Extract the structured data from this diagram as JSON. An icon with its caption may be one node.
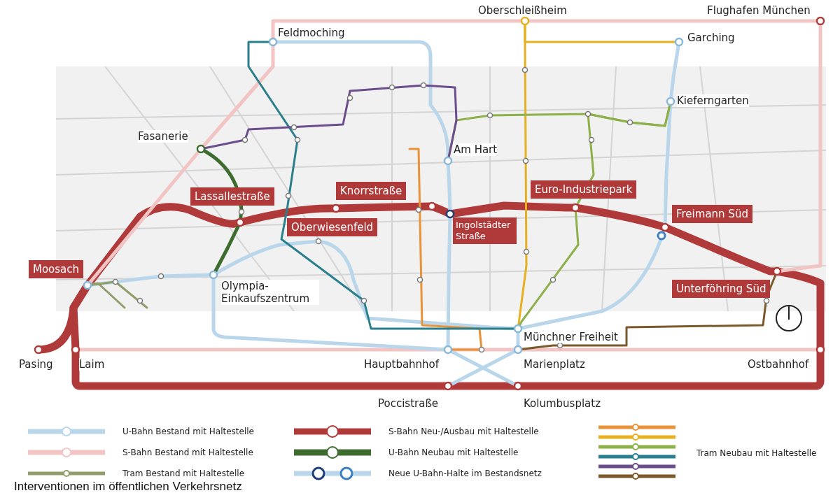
{
  "diagram": {
    "caption": "Interventionen im öffentlichen Verkehrsnetz",
    "nodes": [
      {
        "text": [
          "Moosach"
        ]
      },
      {
        "text": [
          "Lassallestraße"
        ]
      },
      {
        "text": [
          "Oberwiesenfeld"
        ]
      },
      {
        "text": [
          "Knorrstraße"
        ]
      },
      {
        "text": [
          "Ingolstädter Straße"
        ]
      },
      {
        "text": [
          "Euro-Industriepark"
        ]
      },
      {
        "text": [
          "Freimann Süd"
        ]
      },
      {
        "text": [
          "Unterföhring Süd"
        ]
      },
      {
        "text": [
          "Oberschleißheim"
        ]
      },
      {
        "text": [
          "Flughafen München"
        ]
      },
      {
        "text": [
          "Feldmoching"
        ]
      },
      {
        "text": [
          "Garching"
        ]
      },
      {
        "text": [
          "Kieferngarten"
        ]
      },
      {
        "text": [
          "Fasanerie"
        ]
      },
      {
        "text": [
          "Am Hart"
        ]
      },
      {
        "text": [
          "Olympia- Einkaufszentrum"
        ]
      },
      {
        "text": [
          "Münchner Freiheit"
        ]
      },
      {
        "text": [
          "Pasing"
        ]
      },
      {
        "text": [
          "Laim"
        ]
      },
      {
        "text": [
          "Hauptbahnhof"
        ]
      },
      {
        "text": [
          "Marienplatz"
        ]
      },
      {
        "text": [
          "Ostbahnhof"
        ]
      },
      {
        "text": [
          "Poccistraße"
        ]
      },
      {
        "text": [
          "Kolumbusplatz"
        ]
      }
    ],
    "edges": [
      {
        "from": 17,
        "to": 0,
        "arrow": "none",
        "style": "thick",
        "color": "#b03a3a"
      },
      {
        "from": 18,
        "to": 0,
        "arrow": "none",
        "style": "thick",
        "color": "#b03a3a"
      },
      {
        "from": 0,
        "to": 1,
        "arrow": "none",
        "style": "thick",
        "color": "#b03a3a"
      },
      {
        "from": 1,
        "to": 2,
        "arrow": "none",
        "style": "thick",
        "color": "#b03a3a"
      },
      {
        "from": 2,
        "to": 3,
        "arrow": "none",
        "style": "thick",
        "color": "#b03a3a"
      },
      {
        "from": 3,
        "to": 4,
        "arrow": "none",
        "style": "thick",
        "color": "#b03a3a"
      },
      {
        "from": 4,
        "to": 5,
        "arrow": "none",
        "style": "thick",
        "color": "#b03a3a"
      },
      {
        "from": 5,
        "to": 6,
        "arrow": "none",
        "style": "thick",
        "color": "#b03a3a"
      },
      {
        "from": 6,
        "to": 7,
        "arrow": "none",
        "style": "thick",
        "color": "#b03a3a"
      },
      {
        "from": 7,
        "to": 21,
        "arrow": "none",
        "style": "thick",
        "color": "#b03a3a"
      },
      {
        "from": 18,
        "to": 22,
        "arrow": "none",
        "style": "thick",
        "color": "#b03a3a"
      },
      {
        "from": 22,
        "to": 23,
        "arrow": "none",
        "style": "thick",
        "color": "#b03a3a"
      },
      {
        "from": 23,
        "to": 21,
        "arrow": "none",
        "style": "thick",
        "color": "#b03a3a"
      },
      {
        "from": 0,
        "to": 13,
        "arrow": "none",
        "color": "#f2c4c4"
      },
      {
        "from": 13,
        "to": 10,
        "arrow": "none",
        "color": "#f2c4c4"
      },
      {
        "from": 10,
        "to": 8,
        "arrow": "none",
        "color": "#f2c4c4"
      },
      {
        "from": 8,
        "to": 9,
        "arrow": "none",
        "color": "#f2c4c4"
      },
      {
        "from": 9,
        "to": 7,
        "arrow": "none",
        "color": "#f2c4c4"
      },
      {
        "from": 18,
        "to": 19,
        "arrow": "none",
        "color": "#f2c4c4"
      },
      {
        "from": 19,
        "to": 20,
        "arrow": "none",
        "color": "#f2c4c4"
      },
      {
        "from": 20,
        "to": 21,
        "arrow": "none",
        "color": "#f2c4c4"
      },
      {
        "from": 10,
        "to": 14,
        "arrow": "none",
        "color": "#b9d6ea"
      },
      {
        "from": 14,
        "to": 4,
        "arrow": "none",
        "color": "#b9d6ea"
      },
      {
        "from": 4,
        "to": 19,
        "arrow": "none",
        "color": "#b9d6ea"
      },
      {
        "from": 19,
        "to": 23,
        "arrow": "none",
        "color": "#b9d6ea"
      },
      {
        "from": 11,
        "to": 12,
        "arrow": "none",
        "color": "#b9d6ea"
      },
      {
        "from": 12,
        "to": 6,
        "arrow": "none",
        "color": "#b9d6ea"
      },
      {
        "from": 6,
        "to": 16,
        "arrow": "none",
        "color": "#b9d6ea"
      },
      {
        "from": 16,
        "to": 20,
        "arrow": "none",
        "color": "#b9d6ea"
      },
      {
        "from": 20,
        "to": 22,
        "arrow": "none",
        "color": "#b9d6ea"
      },
      {
        "from": 0,
        "to": 15,
        "arrow": "none",
        "color": "#b9d6ea"
      },
      {
        "from": 15,
        "to": 16,
        "arrow": "none",
        "color": "#b9d6ea"
      },
      {
        "from": 15,
        "to": 19,
        "arrow": "none",
        "color": "#b9d6ea"
      },
      {
        "from": 13,
        "to": 1,
        "arrow": "none",
        "color": "#3e6b2e"
      },
      {
        "from": 1,
        "to": 15,
        "arrow": "none",
        "color": "#3e6b2e"
      },
      {
        "from": 0,
        "to": null,
        "arrow": "none",
        "color": "#8f9e6a"
      },
      {
        "from": 0,
        "to": null,
        "arrow": "none",
        "color": "#8f9e6a"
      },
      {
        "from": null,
        "to": 19,
        "arrow": "none",
        "color": "#e8923a"
      },
      {
        "from": 8,
        "to": 11,
        "arrow": "none",
        "color": "#e6b020"
      },
      {
        "from": 8,
        "to": 16,
        "arrow": "none",
        "color": "#e6b020"
      },
      {
        "from": 14,
        "to": 12,
        "arrow": "none",
        "color": "#8db04a"
      },
      {
        "from": 5,
        "to": 12,
        "arrow": "none",
        "color": "#8db04a"
      },
      {
        "from": 5,
        "to": 16,
        "arrow": "none",
        "color": "#8db04a"
      },
      {
        "from": 10,
        "to": 16,
        "arrow": "none",
        "color": "#2a7f8c"
      },
      {
        "from": 13,
        "to": 14,
        "arrow": "none",
        "color": "#6b4c8c"
      },
      {
        "from": 7,
        "to": 20,
        "arrow": "none",
        "color": "#7a5a2a"
      }
    ],
    "legend": [
      {
        "text": "U-Bahn Bestand mit Haltestelle"
      },
      {
        "text": "S-Bahn Bestand mit Haltestelle"
      },
      {
        "text": "Tram Bestand mit Haltestelle"
      },
      {
        "text": "S-Bahn Neu-/Ausbau mit Haltestelle"
      },
      {
        "text": "U-Bahn Neubau mit Haltestelle"
      },
      {
        "text": "Neue U-Bahn-Halte im Bestandsnetz"
      },
      {
        "text": "Tram Neubau mit Haltestelle"
      }
    ]
  }
}
